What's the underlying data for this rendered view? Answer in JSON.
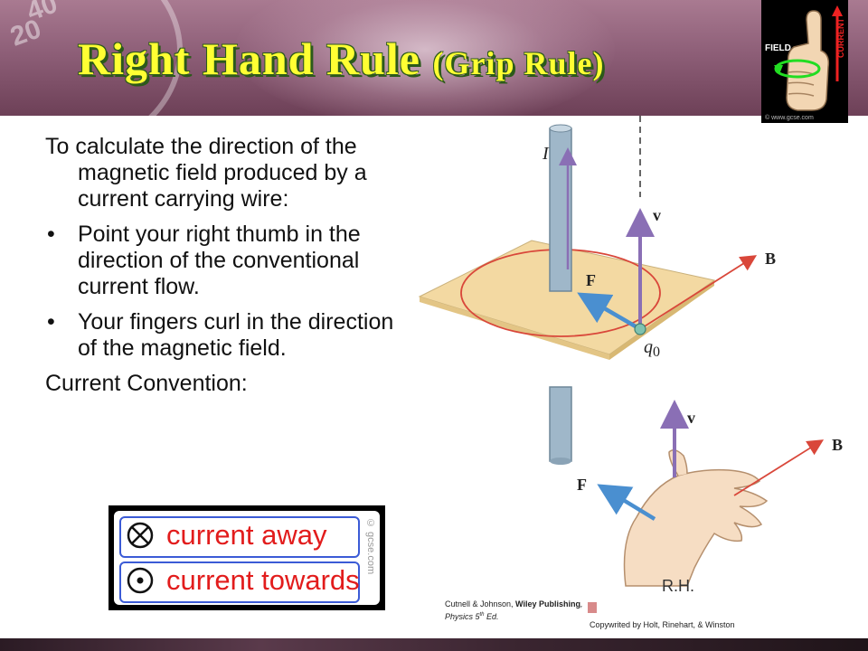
{
  "title": {
    "main": "Right Hand Rule",
    "sub": "(Grip Rule)"
  },
  "header_dial_numbers": [
    "20",
    "40"
  ],
  "thumb_icon": {
    "field_label": "FIELD",
    "current_label": "CURRENT",
    "copyright": "© www.gcse.com"
  },
  "body": {
    "intro": "To calculate the direction of the magnetic field produced by a current carrying wire:",
    "bullets": [
      "Point your right thumb in the direction of the conventional current flow.",
      "Your fingers curl in the direction of the magnetic field."
    ],
    "convention_heading": "Current Convention:"
  },
  "legend": {
    "away_label": "current away",
    "towards_label": "current towards",
    "watermark": "© gcse.com"
  },
  "diagram": {
    "current_label": "I",
    "velocity_label": "v",
    "field_label": "B",
    "force_label": "F",
    "charge_label": "q",
    "charge_subscript": "0",
    "hand_velocity_label": "v",
    "hand_field_label": "B",
    "hand_force_label": "F",
    "hand_caption": "R.H."
  },
  "credits": {
    "left_authors": "Cutnell & Johnson, ",
    "left_publisher": "Wiley Publishing",
    "left_book": ", Physics 5",
    "left_sup": "th",
    "left_edition": " Ed.",
    "right": "Copywrited by Holt, Rinehart, & Winston"
  },
  "colors": {
    "title_text": "#ffff33",
    "title_shadow": "#2b5a1a",
    "legend_text": "#e21c1c",
    "legend_frame": "#3b5bd6",
    "field_line": "#d9473a",
    "velocity_arrow": "#8a6fb5",
    "force_arrow": "#4a8fd0",
    "plane": "#f3d9a2",
    "wire": "#9fb7c9"
  }
}
